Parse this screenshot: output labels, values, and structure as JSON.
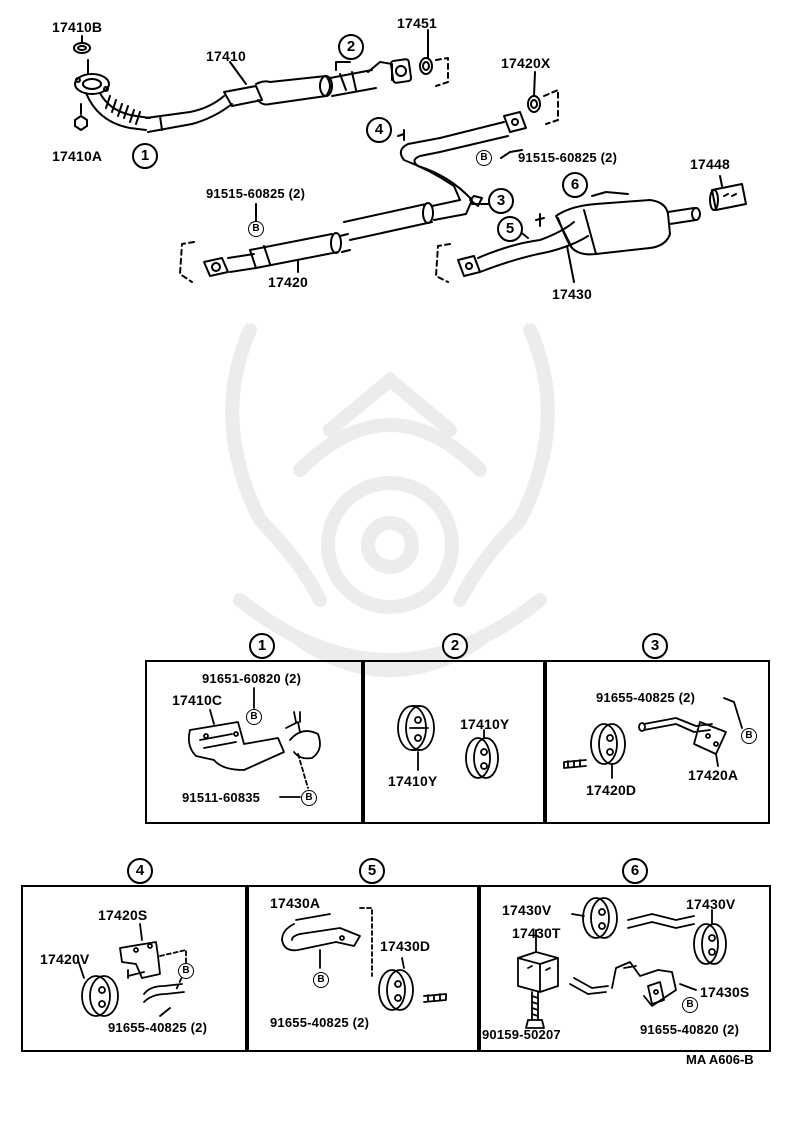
{
  "main": {
    "callouts": [
      "1",
      "2",
      "3",
      "4",
      "5",
      "6"
    ],
    "labels": {
      "p17410B": "17410B",
      "p17410": "17410",
      "p17410A": "17410A",
      "p17451": "17451",
      "p17420X": "17420X",
      "p91515_right": "91515-60825 (2)",
      "p91515_left": "91515-60825 (2)",
      "p17448": "17448",
      "p17420": "17420",
      "p17430": "17430"
    },
    "bolt_mark": "B"
  },
  "details": [
    {
      "id": "1",
      "labels": [
        "91651-60820 (2)",
        "17410C",
        "91511-60835"
      ]
    },
    {
      "id": "2",
      "labels": [
        "17410Y",
        "17410Y"
      ]
    },
    {
      "id": "3",
      "labels": [
        "91655-40825 (2)",
        "17420D",
        "17420A"
      ]
    },
    {
      "id": "4",
      "labels": [
        "17420S",
        "17420V",
        "91655-40825 (2)"
      ]
    },
    {
      "id": "5",
      "labels": [
        "17430A",
        "17430D",
        "91655-40825 (2)"
      ]
    },
    {
      "id": "6",
      "labels": [
        "17430V",
        "17430V",
        "17430T",
        "17430S",
        "90159-50207",
        "91655-40820 (2)"
      ]
    }
  ],
  "reference": "MA A606-B"
}
